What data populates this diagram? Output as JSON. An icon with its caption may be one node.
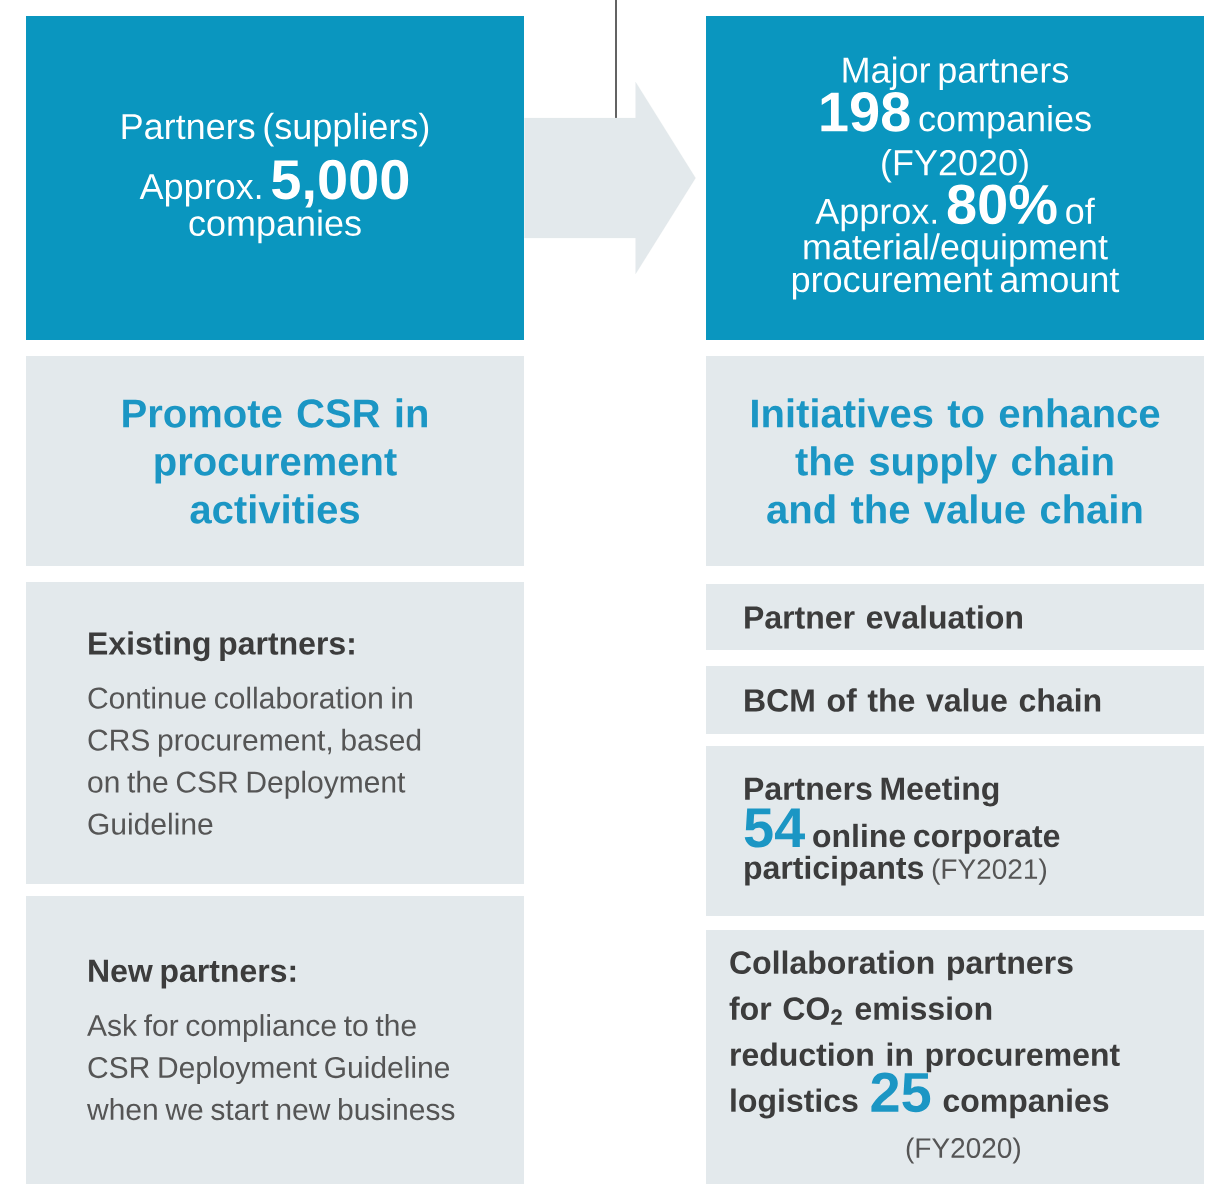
{
  "diagram": {
    "nodes": [
      {
        "text": [
          "Partners (suppliers)",
          "Approx.",
          "5,000",
          "companies"
        ]
      },
      {
        "text": [
          "Major partners",
          "198",
          "companies",
          "(FY2020)",
          "Approx.",
          "80%",
          "of",
          "material/equipment procurement amount"
        ]
      },
      {
        "text": [
          "Promote CSR in procurement activities"
        ]
      },
      {
        "text": [
          "Initiatives to enhance the supply chain and the value chain"
        ]
      },
      {
        "text": [
          "Existing partners:",
          "Continue collaboration in CRS procurement, based on the CSR Deployment Guideline"
        ]
      },
      {
        "text": [
          "New partners:",
          "Ask for compliance to the CSR Deployment Guideline when we start new business"
        ]
      },
      {
        "text": [
          "Partner evaluation"
        ]
      },
      {
        "text": [
          "BCM of the value chain"
        ]
      },
      {
        "text": [
          "Partners Meeting",
          "54",
          "online corporate participants",
          "(FY2021)"
        ]
      },
      {
        "text": [
          "Collaboration partners for CO$_{2}$ emission reduction in procurement logistics",
          "25",
          "companies",
          "(FY2020)"
        ]
      }
    ],
    "edges": [
      {
        "from": 0,
        "to": 1,
        "arrow": "to"
      }
    ]
  }
}
